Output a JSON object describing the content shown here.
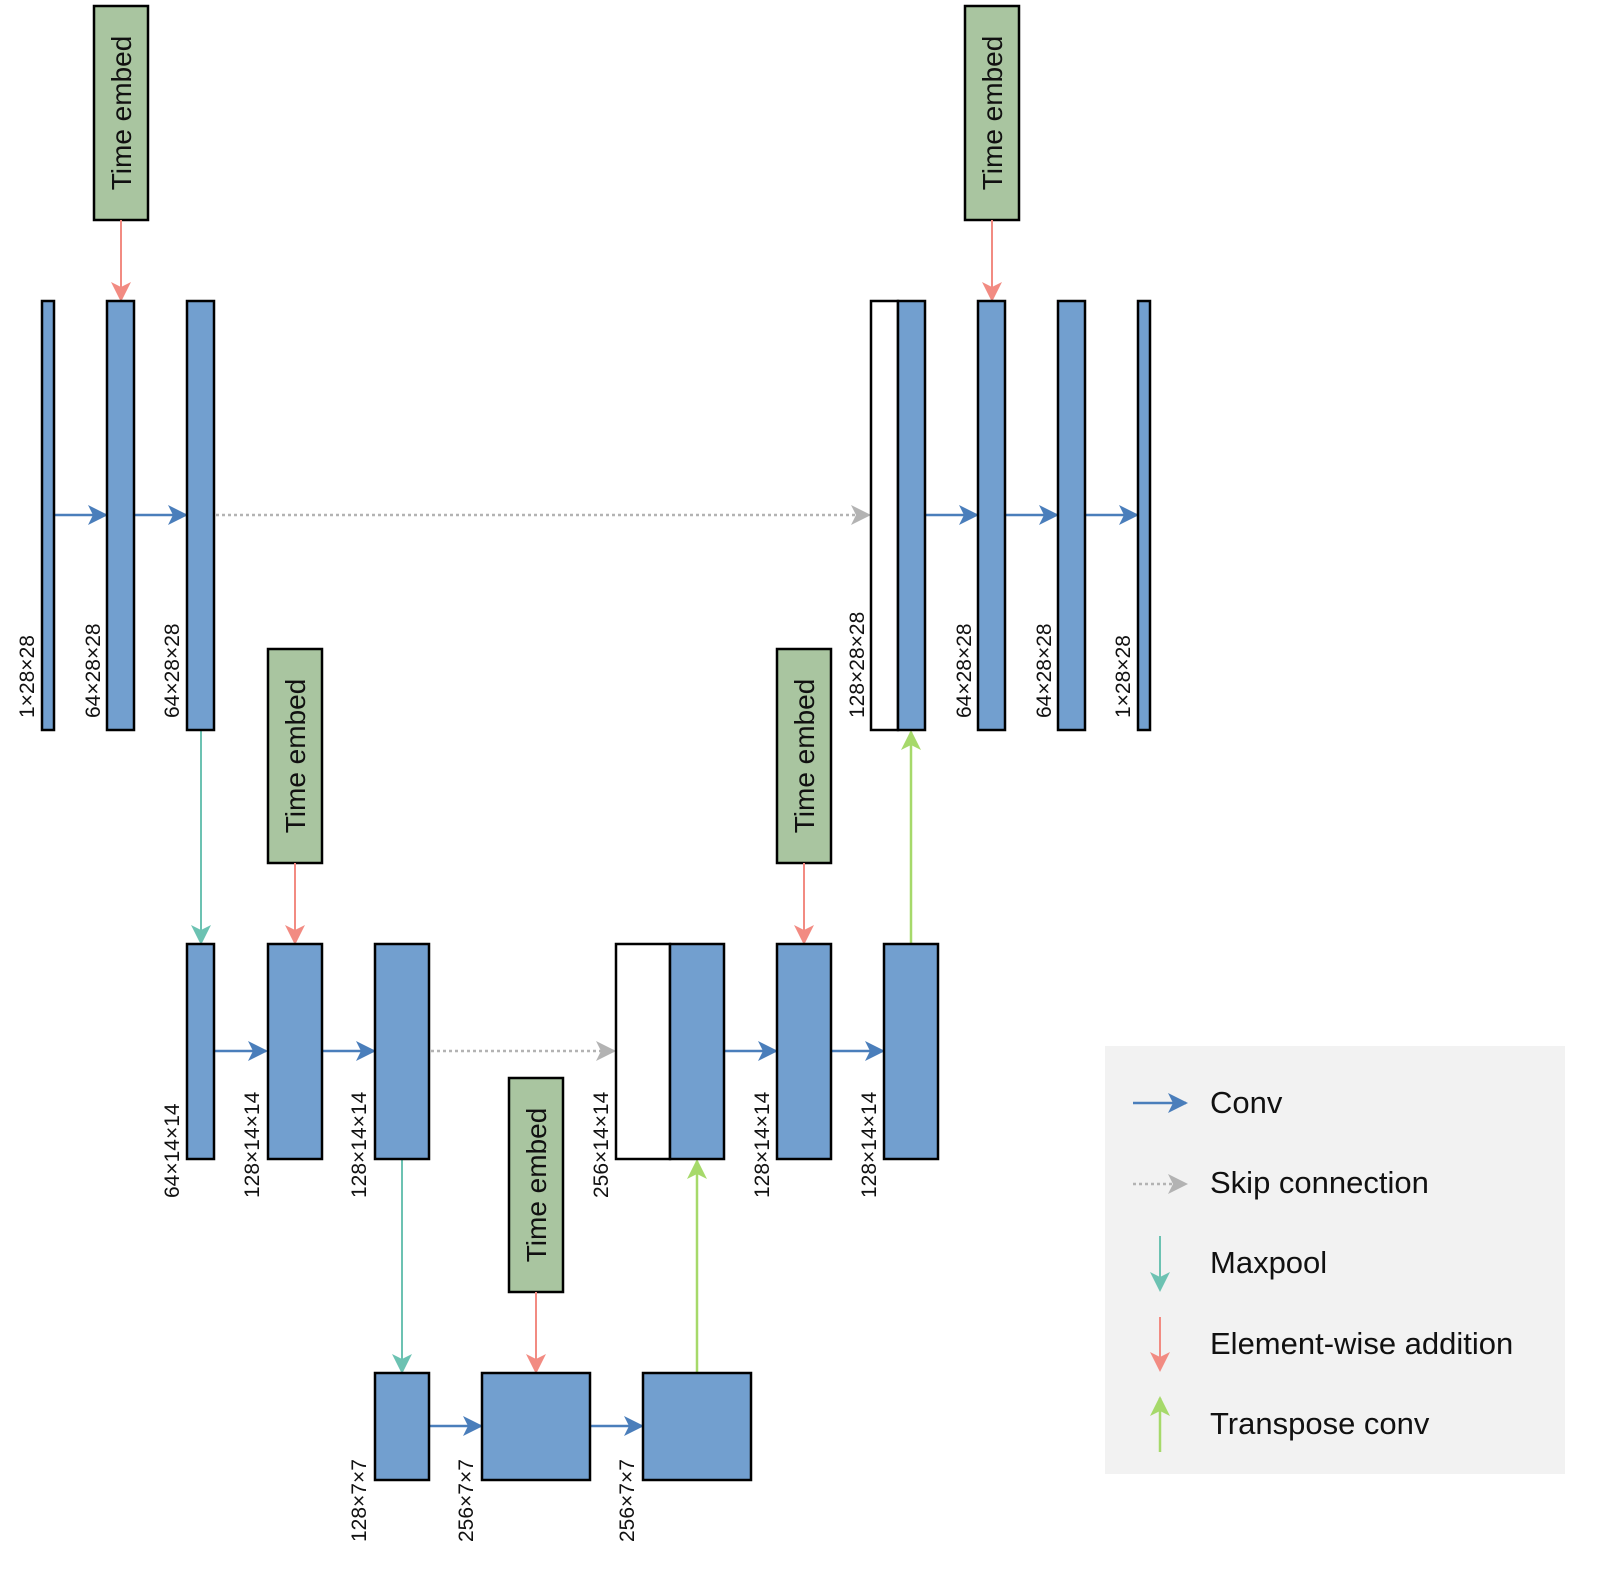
{
  "colors": {
    "block_fill": "#729fcf",
    "block_stroke": "#000000",
    "concat_fill": "#ffffff",
    "time_embed_fill": "#a9c5a0",
    "conv": "#4a7ebb",
    "skip": "#b3b3b3",
    "maxpool": "#6cc2b2",
    "addition": "#f28b82",
    "transpose": "#a6d96a",
    "legend_bg": "#f2f2f2"
  },
  "time_embed_label": "Time embed",
  "blocks": [
    {
      "id": "enc1_in",
      "label": "1×28×28"
    },
    {
      "id": "enc1_c1",
      "label": "64×28×28"
    },
    {
      "id": "enc1_c2",
      "label": "64×28×28"
    },
    {
      "id": "enc2_pool",
      "label": "64×14×14"
    },
    {
      "id": "enc2_c1",
      "label": "128×14×14"
    },
    {
      "id": "enc2_c2",
      "label": "128×14×14"
    },
    {
      "id": "bott_pool",
      "label": "128×7×7"
    },
    {
      "id": "bott_c1",
      "label": "256×7×7"
    },
    {
      "id": "bott_c2",
      "label": "256×7×7"
    },
    {
      "id": "dec2_cat",
      "label": "256×14×14"
    },
    {
      "id": "dec2_c1",
      "label": "128×14×14"
    },
    {
      "id": "dec2_c2",
      "label": "128×14×14"
    },
    {
      "id": "dec1_cat",
      "label": "128×28×28"
    },
    {
      "id": "dec1_c1",
      "label": "64×28×28"
    },
    {
      "id": "dec1_c2",
      "label": "64×28×28"
    },
    {
      "id": "dec1_out",
      "label": "1×28×28"
    }
  ],
  "legend": [
    {
      "type": "conv",
      "label": "Conv"
    },
    {
      "type": "skip",
      "label": "Skip connection"
    },
    {
      "type": "maxpool",
      "label": "Maxpool"
    },
    {
      "type": "addition",
      "label": "Element-wise addition"
    },
    {
      "type": "transpose",
      "label": "Transpose conv"
    }
  ]
}
